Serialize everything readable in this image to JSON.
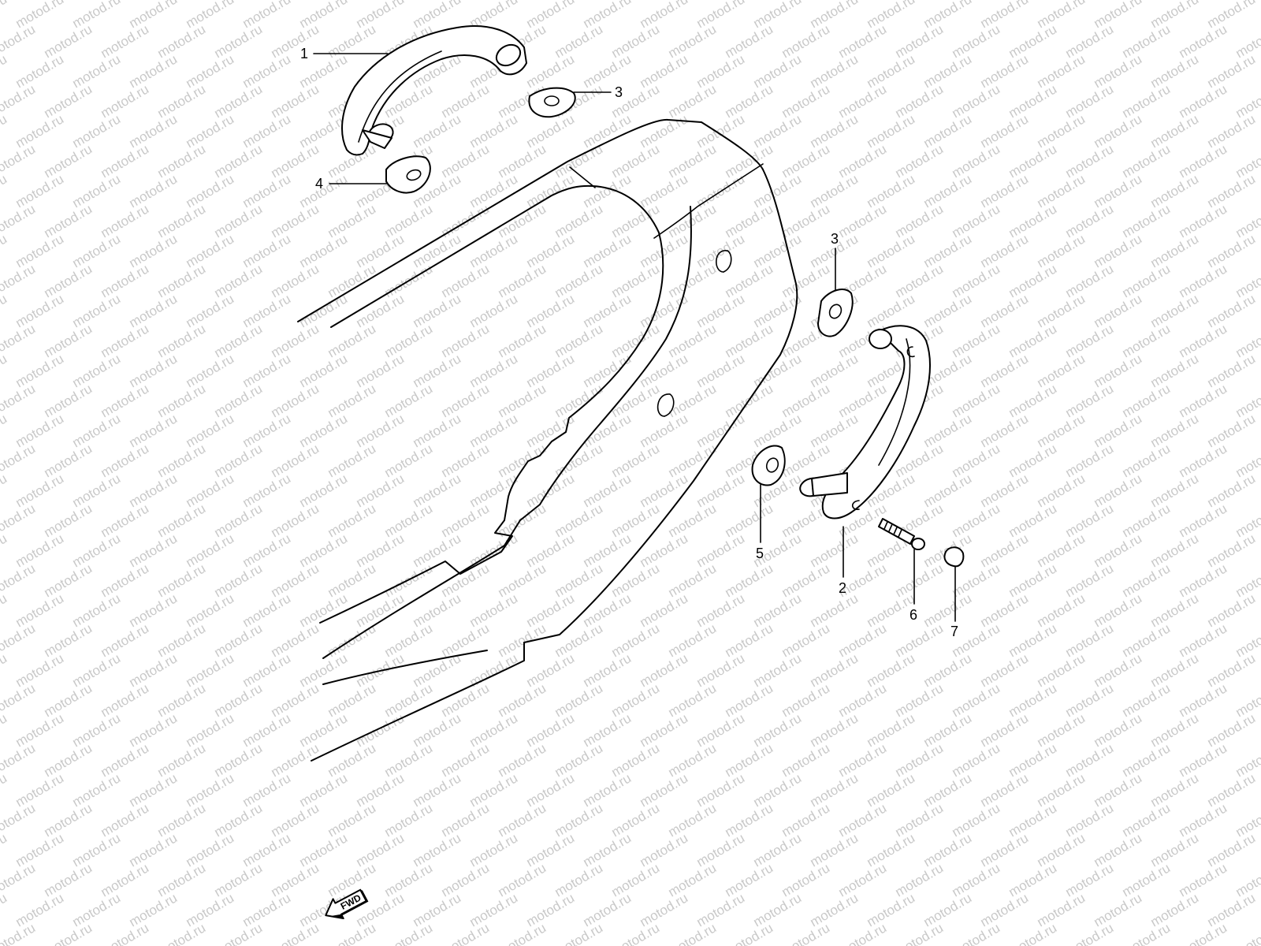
{
  "watermark": "motod.ru",
  "callouts": {
    "c1": "1",
    "c2": "2",
    "c3a": "3",
    "c3b": "3",
    "c4": "4",
    "c5": "5",
    "c6": "6",
    "c7": "7"
  },
  "direction_arrow": {
    "label": "FWD"
  },
  "colors": {
    "line": "#000000",
    "background": "#ffffff",
    "watermark": "#c9c9c9"
  }
}
